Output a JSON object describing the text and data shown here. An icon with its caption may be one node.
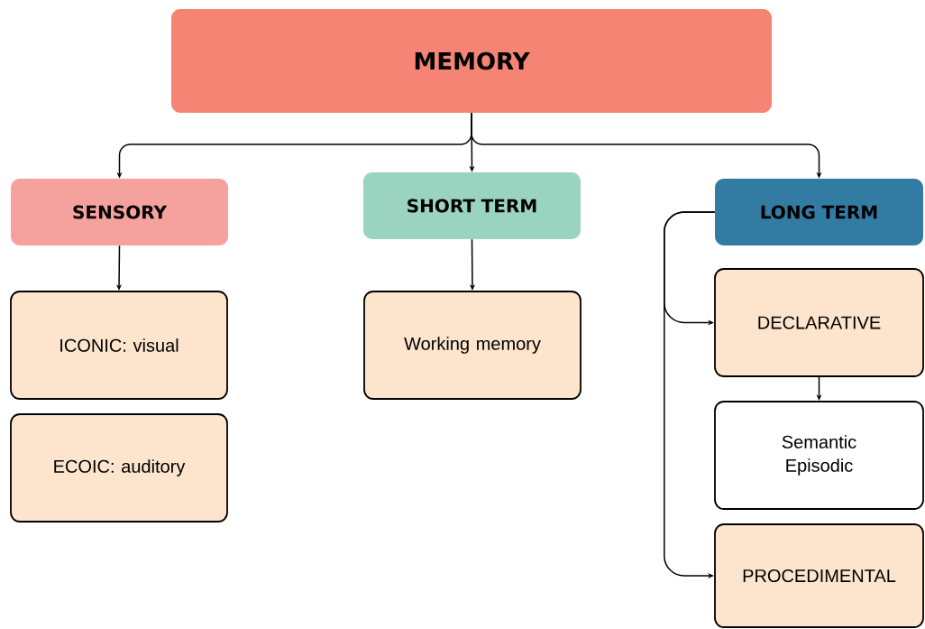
{
  "diagram": {
    "nodes": [
      {
        "text": [
          "MEMORY"
        ]
      },
      {
        "text": [
          "SENSORY"
        ]
      },
      {
        "text": [
          "SHORT TERM"
        ]
      },
      {
        "text": [
          "LONG TERM"
        ]
      },
      {
        "text": [
          "ICONIC: visual"
        ]
      },
      {
        "text": [
          "ECOIC: auditory"
        ]
      },
      {
        "text": [
          "Working memory"
        ]
      },
      {
        "text": [
          "DECLARATIVE"
        ]
      },
      {
        "text": [
          "Semantic Episodic"
        ]
      },
      {
        "text": [
          "PROCEDIMENTAL"
        ]
      }
    ],
    "edges": [
      {
        "from": 0,
        "to": 1,
        "arrow": "to"
      },
      {
        "from": 0,
        "to": 2,
        "arrow": "to"
      },
      {
        "from": 0,
        "to": 3,
        "arrow": "to"
      },
      {
        "from": 1,
        "to": 4,
        "arrow": "to"
      },
      {
        "from": 2,
        "to": 6,
        "arrow": "to"
      },
      {
        "from": 3,
        "to": 7,
        "arrow": "to"
      },
      {
        "from": 3,
        "to": 9,
        "arrow": "to"
      },
      {
        "from": 7,
        "to": 8,
        "arrow": "to"
      }
    ]
  }
}
